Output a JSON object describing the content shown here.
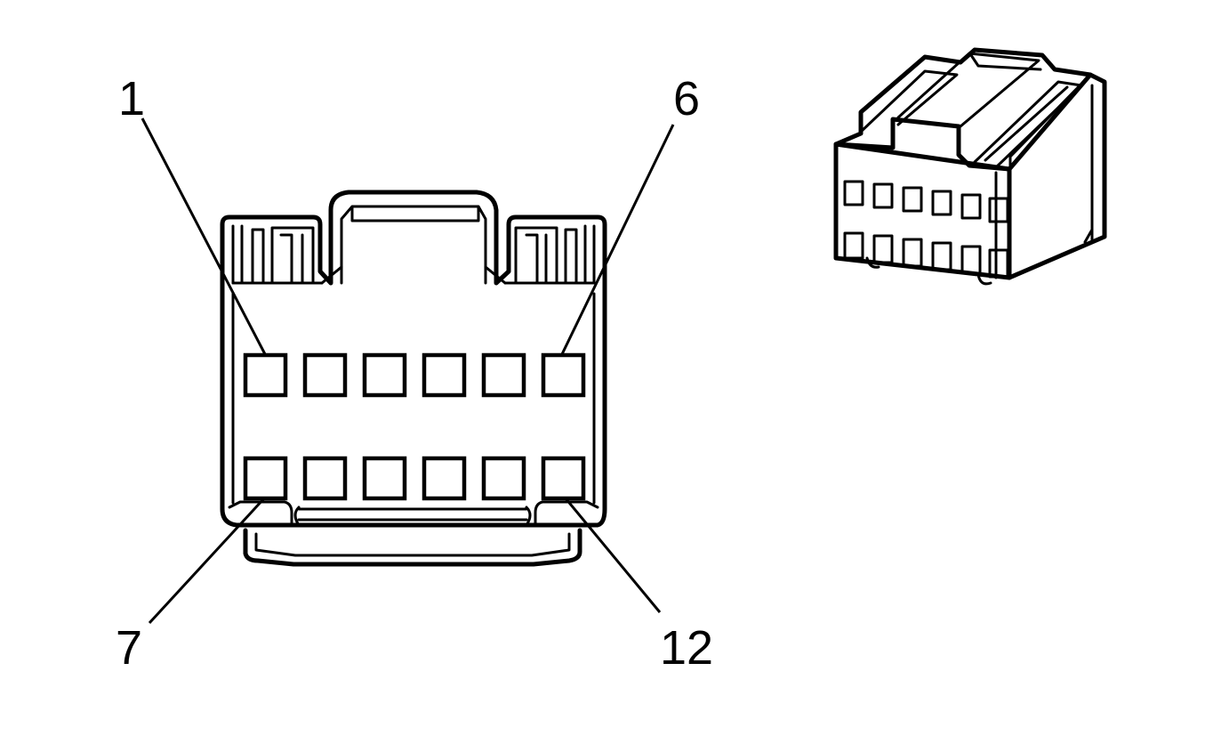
{
  "labels": {
    "pin_1": "1",
    "pin_6": "6",
    "pin_7": "7",
    "pin_12": "12"
  }
}
